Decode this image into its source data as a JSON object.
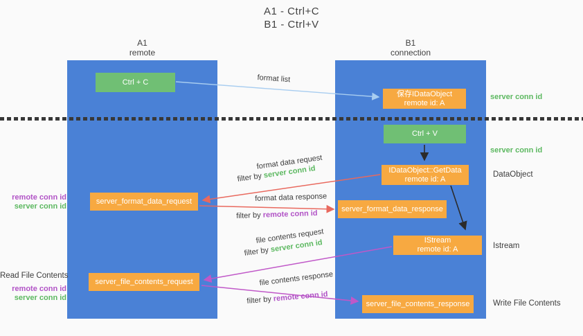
{
  "title": {
    "line1": "A1 - Ctrl+C",
    "line2": "B1 - Ctrl+V"
  },
  "lanes": {
    "left": {
      "name": "A1",
      "subtitle": "remote"
    },
    "right": {
      "name": "B1",
      "subtitle": "connection"
    }
  },
  "nodes": {
    "ctrl_c": {
      "label": "Ctrl + C"
    },
    "save_idataobject": {
      "line1": "保存IDataObject",
      "line2": "remote id: A"
    },
    "ctrl_v": {
      "label": "Ctrl + V"
    },
    "getdata": {
      "line1": "IDataObject::GetData",
      "line2": "remote id: A"
    },
    "format_request": {
      "label": "server_format_data_request"
    },
    "format_response": {
      "label": "server_format_data_response"
    },
    "istream": {
      "line1": "IStream",
      "line2": "remote id: A"
    },
    "file_request": {
      "label": "server_file_contents_request"
    },
    "file_response": {
      "label": "server_file_contents_response"
    }
  },
  "edge_labels": {
    "format_list": "format list",
    "format_data_request": "format data request",
    "format_data_response": "format data response",
    "file_contents_request": "file contents request",
    "file_contents_response": "file contents response",
    "filter_by": "filter by",
    "server_conn_id": "server conn id",
    "remote_conn_id": "remote conn id"
  },
  "side_labels": {
    "server_conn_id_top": "server conn id",
    "server_conn_id_mid": "server conn id",
    "dataobject": "DataObject",
    "istream": "Istream",
    "write_file_contents": "Write File Contents",
    "read_file_contents": "Read File Contents",
    "left_group1": {
      "remote": "remote conn id",
      "server": "server conn id"
    },
    "left_group2": {
      "remote": "remote conn id",
      "server": "server conn id"
    }
  },
  "colors": {
    "lane_blue": "#4a81d6",
    "green_box": "#70bf74",
    "orange_box": "#f7a941",
    "green_text": "#5cb860",
    "purple_text": "#b153c6",
    "arrow_blue": "#a8cdf0",
    "arrow_salmon": "#e9695e",
    "arrow_magenta": "#c058c8",
    "arrow_black": "#2b2b2b"
  }
}
